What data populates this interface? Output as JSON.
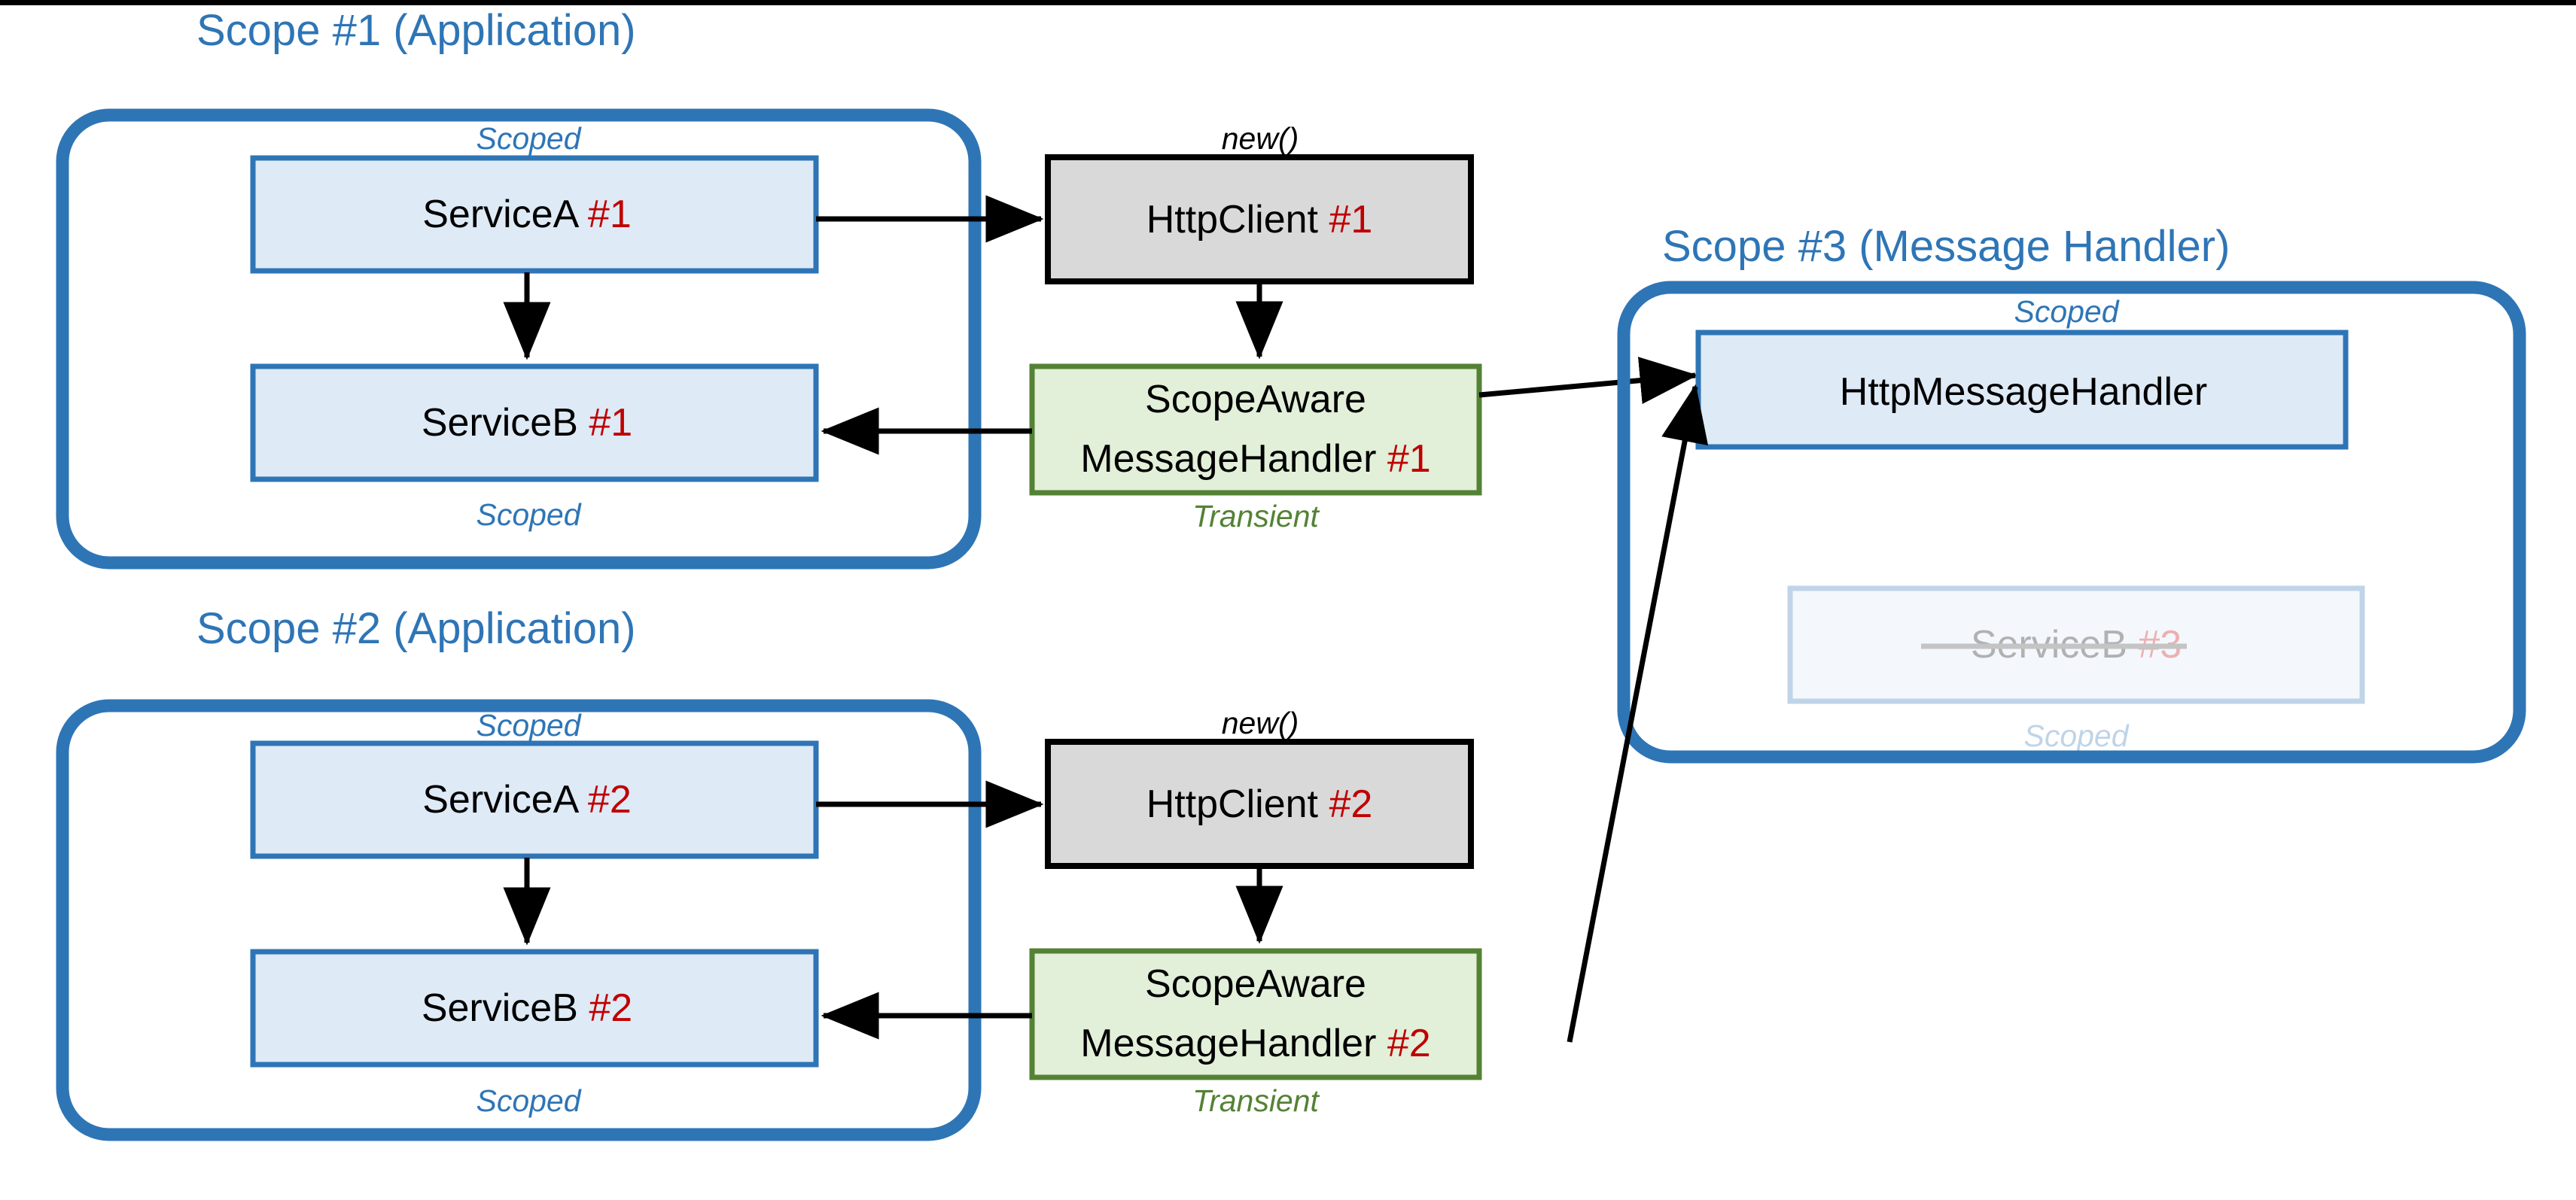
{
  "diagram": {
    "title_icon": "di-scope-diagram",
    "scopes": [
      {
        "id": "scope1",
        "title": "Scope #1 (Application)",
        "top_stereotype": "Scoped",
        "bottom_stereotype": "Scoped",
        "boxes": [
          {
            "name": "ServiceA",
            "instance": "#1"
          },
          {
            "name": "ServiceB",
            "instance": "#1"
          }
        ]
      },
      {
        "id": "scope2",
        "title": "Scope #2 (Application)",
        "top_stereotype": "Scoped",
        "bottom_stereotype": "Scoped",
        "boxes": [
          {
            "name": "ServiceA",
            "instance": "#2"
          },
          {
            "name": "ServiceB",
            "instance": "#2"
          }
        ]
      },
      {
        "id": "scope3",
        "title": "Scope #3 (Message Handler)",
        "top_stereotype": "Scoped",
        "bottom_stereotype": "Scoped",
        "boxes": [
          {
            "name": "HttpMessageHandler",
            "instance": ""
          },
          {
            "name": "ServiceB",
            "instance": "#3",
            "state": "struck-through-faded"
          }
        ]
      }
    ],
    "external_boxes": [
      {
        "id": "httpclient1",
        "name": "HttpClient",
        "instance": "#1",
        "stereotype": "new()",
        "style": "gray"
      },
      {
        "id": "handler1",
        "name_line1": "ScopeAware",
        "name_line2": "MessageHandler",
        "instance": "#1",
        "stereotype": "Transient",
        "style": "green"
      },
      {
        "id": "httpclient2",
        "name": "HttpClient",
        "instance": "#2",
        "stereotype": "new()",
        "style": "gray"
      },
      {
        "id": "handler2",
        "name_line1": "ScopeAware",
        "name_line2": "MessageHandler",
        "instance": "#2",
        "stereotype": "Transient",
        "style": "green"
      }
    ],
    "colors": {
      "scope_border": "#2E75B6",
      "box_blue_border": "#2E75B6",
      "box_blue_fill": "#DEEAF6",
      "box_gray_border": "#000000",
      "box_gray_fill": "#D9D9D9",
      "box_green_border": "#548235",
      "box_green_fill": "#E2EFD9",
      "accent_red": "#C00000",
      "arrow": "#000000"
    },
    "edges": [
      {
        "from": "ServiceA #1",
        "to": "HttpClient #1"
      },
      {
        "from": "ServiceA #1",
        "to": "ServiceB #1"
      },
      {
        "from": "HttpClient #1",
        "to": "ScopeAware MessageHandler #1"
      },
      {
        "from": "ScopeAware MessageHandler #1",
        "to": "ServiceB #1"
      },
      {
        "from": "ScopeAware MessageHandler #1",
        "to": "HttpMessageHandler"
      },
      {
        "from": "ServiceA #2",
        "to": "HttpClient #2"
      },
      {
        "from": "ServiceA #2",
        "to": "ServiceB #2"
      },
      {
        "from": "HttpClient #2",
        "to": "ScopeAware MessageHandler #2"
      },
      {
        "from": "ScopeAware MessageHandler #2",
        "to": "ServiceB #2"
      },
      {
        "from": "ScopeAware MessageHandler #2",
        "to": "HttpMessageHandler"
      }
    ]
  }
}
